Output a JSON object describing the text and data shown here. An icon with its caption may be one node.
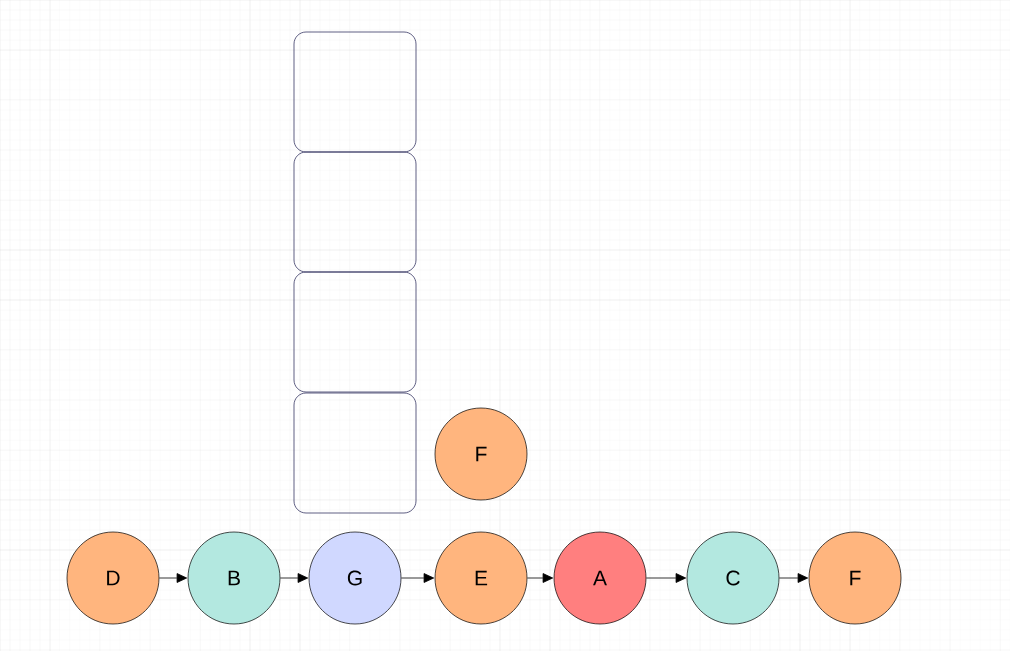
{
  "diagram": {
    "nodes": [
      {
        "text": [],
        "shape": "box"
      },
      {
        "text": [],
        "shape": "box"
      },
      {
        "text": [],
        "shape": "box"
      },
      {
        "text": [],
        "shape": "box"
      },
      {
        "text": [
          "F"
        ]
      },
      {
        "text": [
          "D"
        ]
      },
      {
        "text": [
          "B"
        ]
      },
      {
        "text": [
          "G"
        ]
      },
      {
        "text": [
          "E"
        ]
      },
      {
        "text": [
          "A"
        ]
      },
      {
        "text": [
          "C"
        ]
      },
      {
        "text": [
          "F"
        ]
      }
    ],
    "edges": [
      {
        "from": 5,
        "to": 6,
        "arrow": "to"
      },
      {
        "from": 6,
        "to": 7,
        "arrow": "to"
      },
      {
        "from": 7,
        "to": 8,
        "arrow": "to"
      },
      {
        "from": 8,
        "to": 9,
        "arrow": "to"
      },
      {
        "from": 9,
        "to": 10,
        "arrow": "to"
      },
      {
        "from": 10,
        "to": 11,
        "arrow": "to"
      }
    ]
  }
}
